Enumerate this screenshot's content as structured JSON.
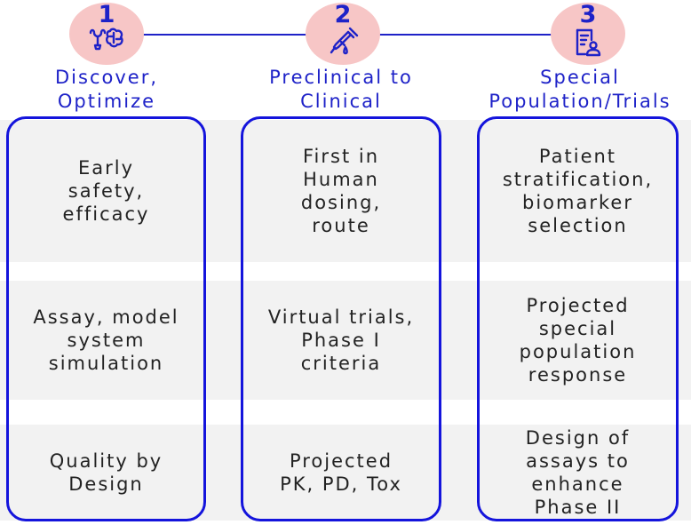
{
  "colors": {
    "accent": "#1e22c8",
    "badge_fill": "#f7c6c6",
    "row_band": "#f2f2f2",
    "text": "#222222"
  },
  "stages": [
    {
      "number": "1",
      "icon": "uterus-brain-icon",
      "title_line1": "Discover,",
      "title_line2": "Optimize",
      "cells": [
        "Early\nsafety,\nefficacy",
        "Assay, model\nsystem\nsimulation",
        "Quality by\nDesign"
      ]
    },
    {
      "number": "2",
      "icon": "dropper-icon",
      "title_line1": "Preclinical to",
      "title_line2": "Clinical",
      "cells": [
        "First in\nHuman\ndosing,\nroute",
        "Virtual trials,\nPhase I\ncriteria",
        "Projected\nPK, PD, Tox"
      ]
    },
    {
      "number": "3",
      "icon": "patient-report-icon",
      "title_line1": "Special",
      "title_line2": "Population/Trials",
      "cells": [
        "Patient\nstratification,\nbiomarker\nselection",
        "Projected\nspecial\npopulation\nresponse",
        "Design of\nassays to\nenhance\nPhase II"
      ]
    }
  ]
}
